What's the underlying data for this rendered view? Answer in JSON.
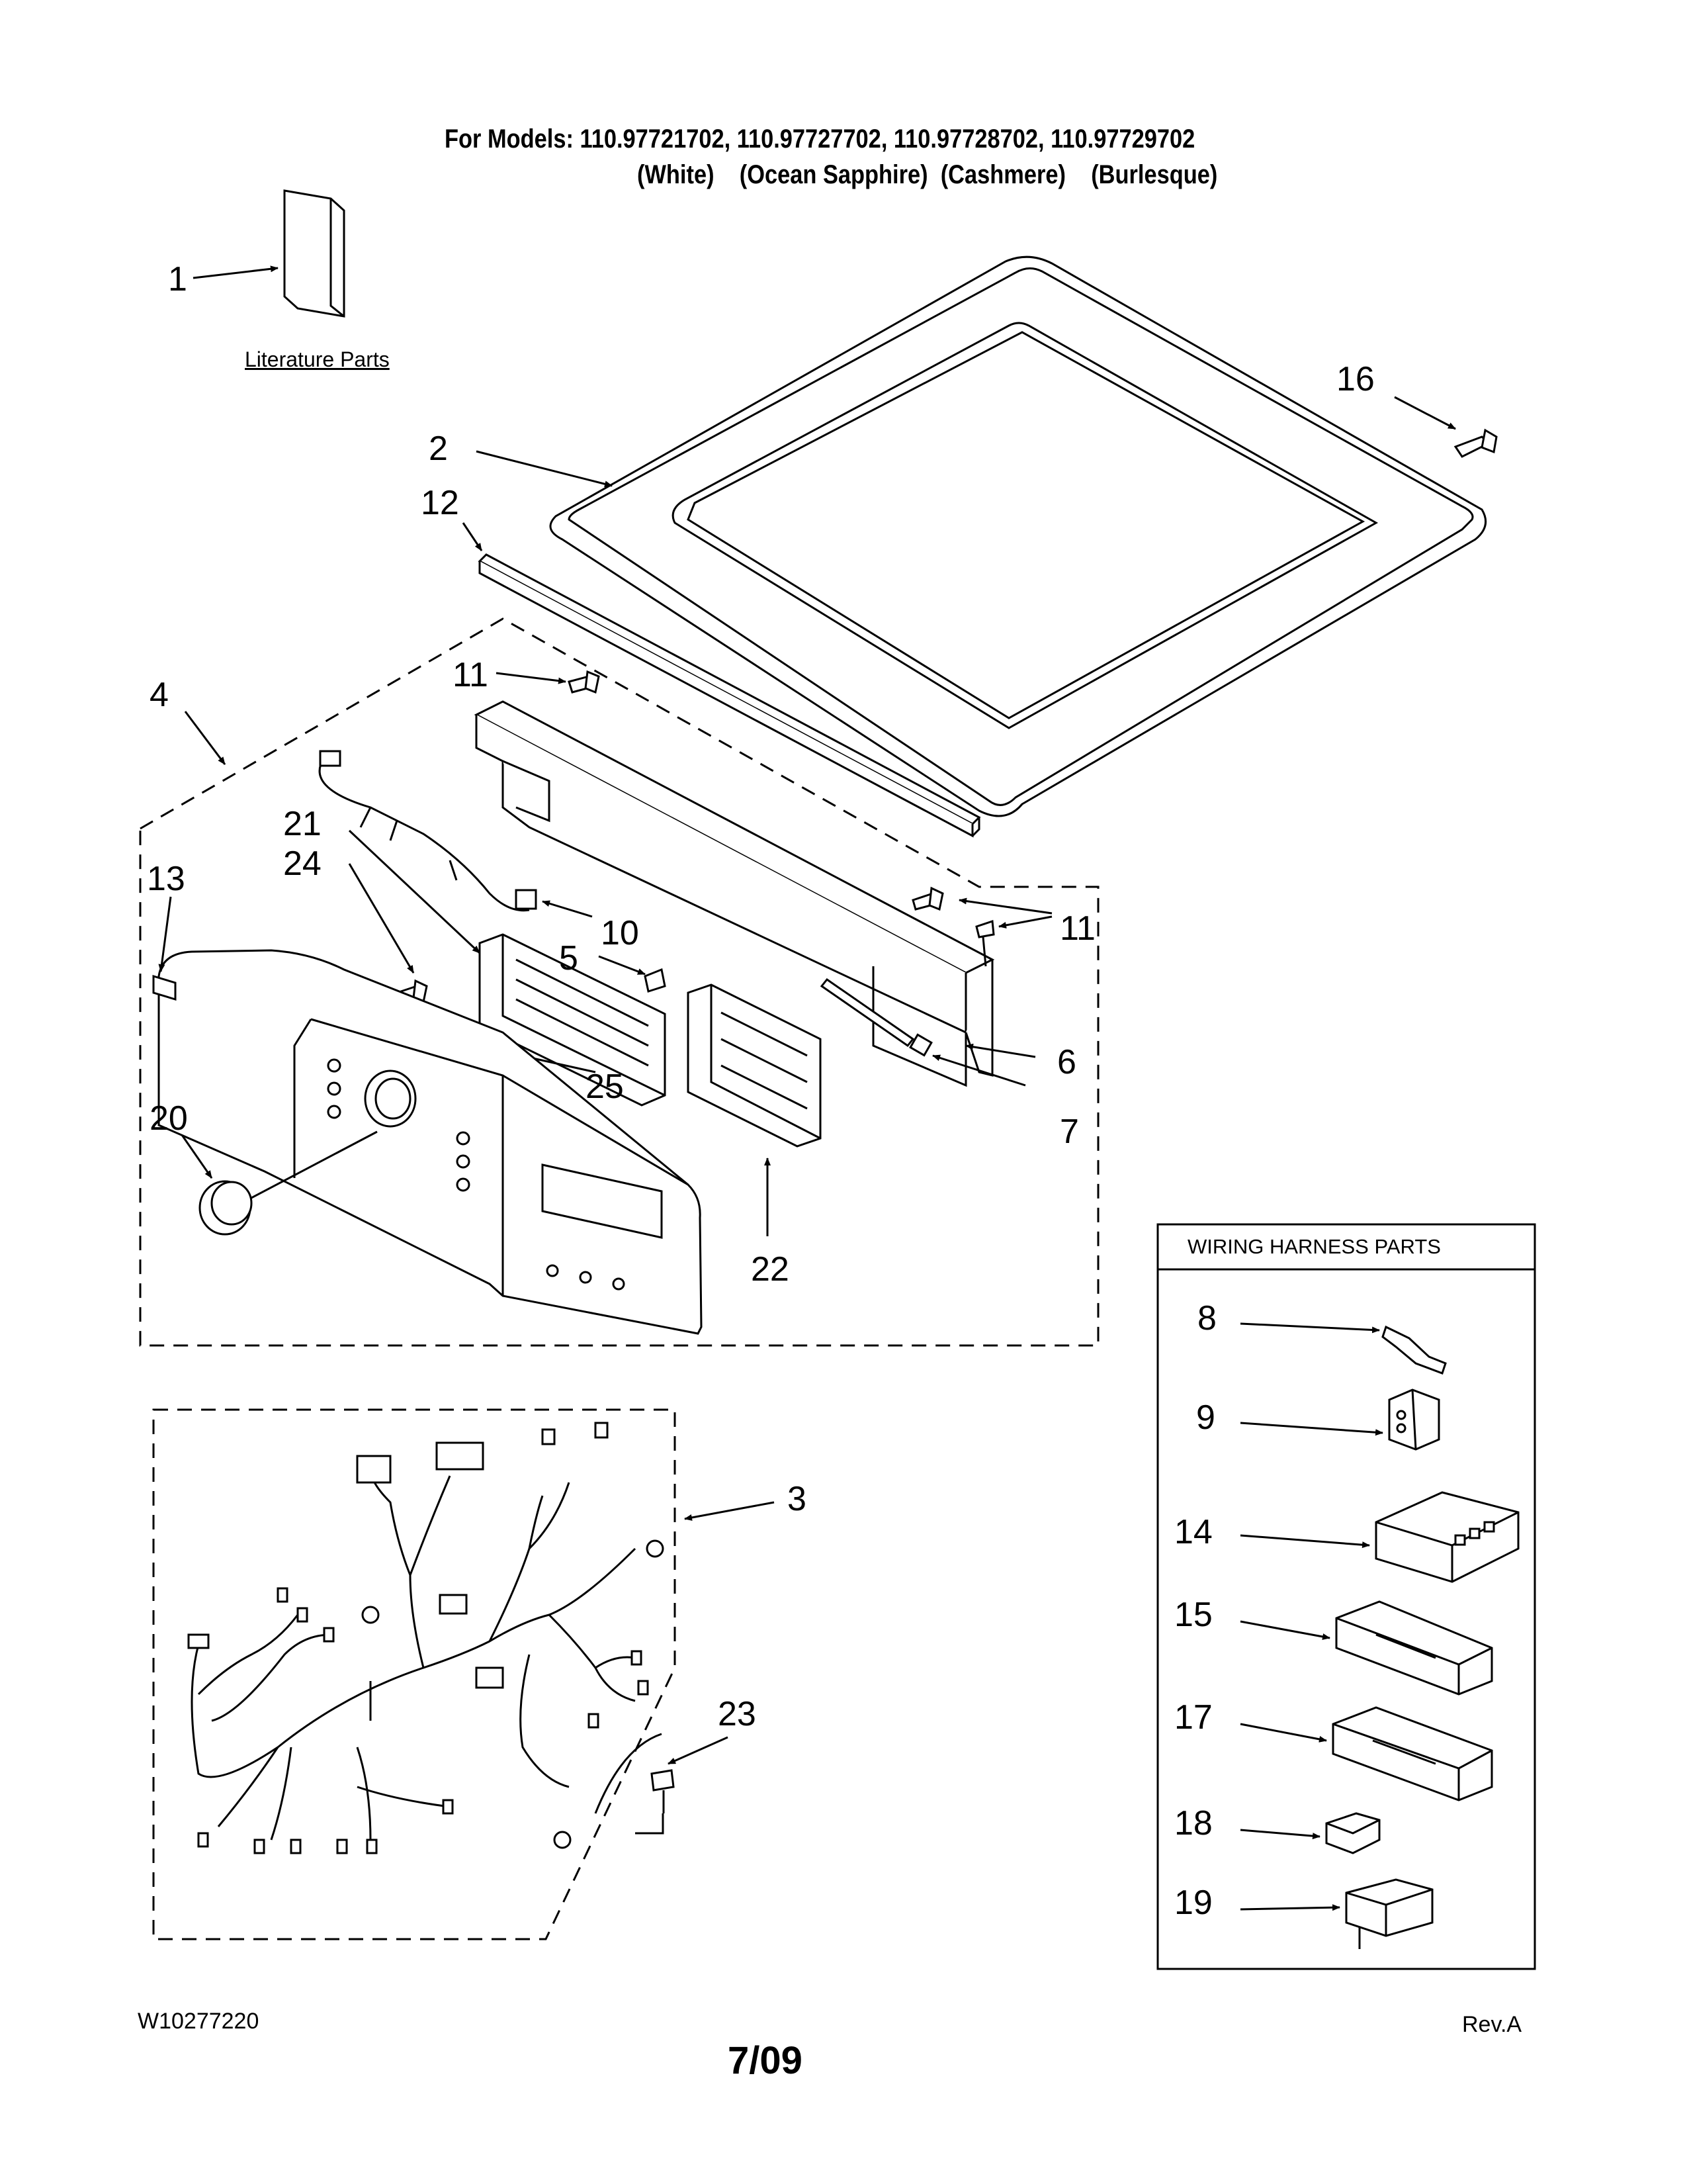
{
  "header": {
    "line1": "For Models: 110.97721702, 110.97727702, 110.97728702, 110.97729702",
    "line2": "(White)    (Ocean Sapphire)  (Cashmere)    (Burlesque)"
  },
  "literature_label": "Literature Parts",
  "wiring_box_title": "WIRING HARNESS PARTS",
  "callouts": {
    "c1": "1",
    "c2": "2",
    "c3": "3",
    "c4": "4",
    "c5": "5",
    "c6": "6",
    "c7": "7",
    "c8": "8",
    "c9": "9",
    "c10": "10",
    "c11a": "11",
    "c11b": "11",
    "c12": "12",
    "c13": "13",
    "c14": "14",
    "c15": "15",
    "c16": "16",
    "c17": "17",
    "c18": "18",
    "c19": "19",
    "c20": "20",
    "c21": "21",
    "c22": "22",
    "c23": "23",
    "c24": "24",
    "c25": "25"
  },
  "footer": {
    "doc_number": "W10277220",
    "date": "7/09",
    "revision": "Rev.A"
  }
}
